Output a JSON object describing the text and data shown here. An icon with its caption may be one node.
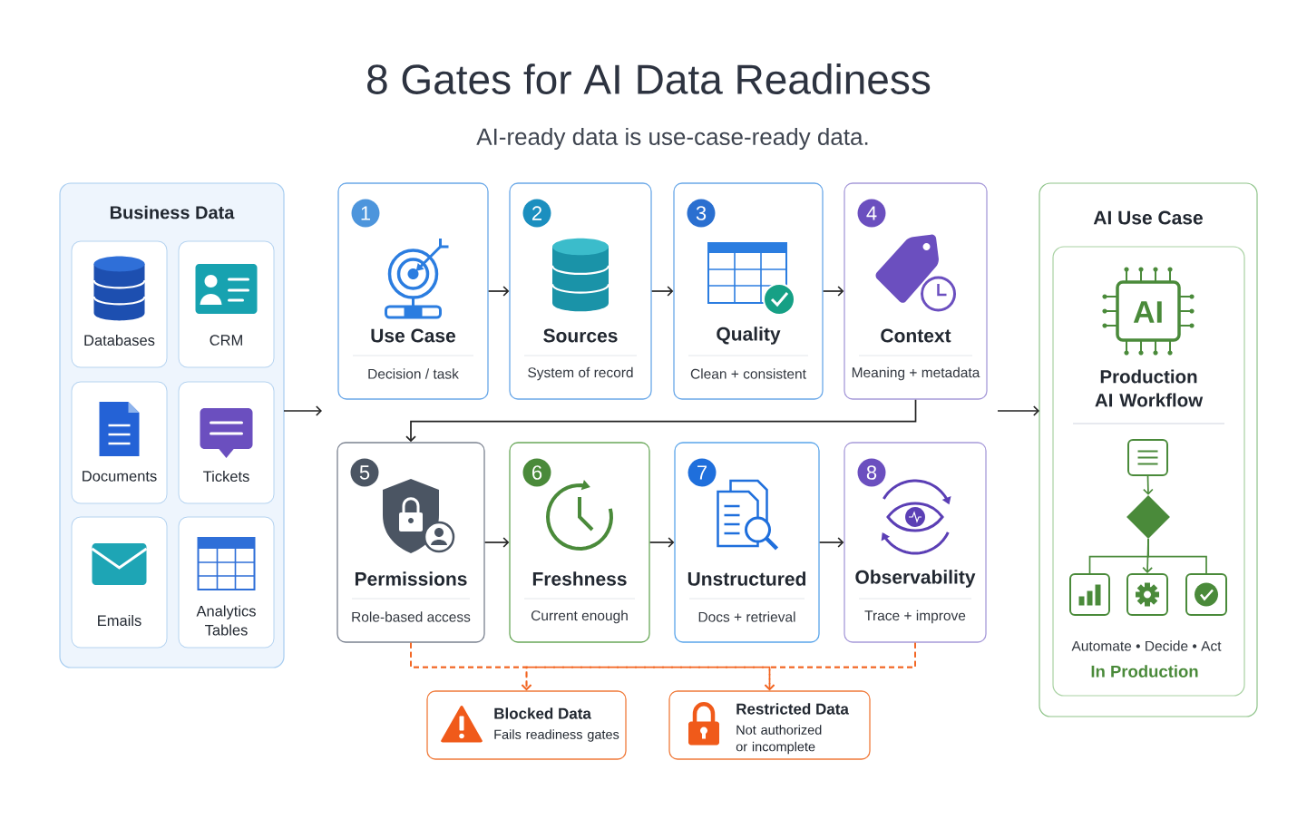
{
  "diagram": {
    "title": "8 Gates for AI Data Readiness",
    "labels": [
      "AI-ready data is use-case-ready data."
    ],
    "nodes": [
      {
        "text": [
          "Business Data"
        ]
      },
      {
        "text": [
          "Databases"
        ],
        "in": 0
      },
      {
        "text": [
          "CRM"
        ],
        "in": 0
      },
      {
        "text": [
          "Documents"
        ],
        "in": 0
      },
      {
        "text": [
          "Tickets"
        ],
        "in": 0
      },
      {
        "text": [
          "Emails"
        ],
        "in": 0
      },
      {
        "text": [
          "Analytics Tables"
        ],
        "in": 0
      },
      {
        "text": [
          "1",
          "Use Case",
          "Decision / task"
        ]
      },
      {
        "text": [
          "2",
          "Sources",
          "System of record"
        ]
      },
      {
        "text": [
          "3",
          "Quality",
          "Clean + consistent"
        ]
      },
      {
        "text": [
          "4",
          "Context",
          "Meaning + metadata"
        ]
      },
      {
        "text": [
          "5",
          "Permissions",
          "Role-based access"
        ]
      },
      {
        "text": [
          "6",
          "Freshness",
          "Current enough"
        ]
      },
      {
        "text": [
          "7",
          "Unstructured",
          "Docs + retrieval"
        ]
      },
      {
        "text": [
          "8",
          "Observability",
          "Trace + improve"
        ]
      },
      {
        "text": [
          "Blocked Data",
          "Fails readiness gates"
        ]
      },
      {
        "text": [
          "Restricted Data",
          "Not authorized or incomplete"
        ]
      },
      {
        "text": [
          "AI Use Case"
        ]
      },
      {
        "text": [
          "AI",
          "Production AI Workflow",
          "Automate • Decide • Act",
          "In Production"
        ],
        "in": 17
      },
      {
        "text": [],
        "shape": "box",
        "in": 18
      },
      {
        "text": [],
        "shape": "diamond",
        "in": 18
      },
      {
        "text": [],
        "shape": "box",
        "in": 18
      },
      {
        "text": [],
        "shape": "box",
        "in": 18
      },
      {
        "text": [],
        "shape": "box",
        "in": 18
      }
    ],
    "edges": [
      {
        "from": 0,
        "to": null,
        "arrow": "to"
      },
      {
        "from": 7,
        "to": 8,
        "arrow": "to"
      },
      {
        "from": 8,
        "to": 9,
        "arrow": "to"
      },
      {
        "from": 9,
        "to": 10,
        "arrow": "to"
      },
      {
        "from": 10,
        "to": 11,
        "arrow": "to"
      },
      {
        "from": 11,
        "to": 12,
        "arrow": "to"
      },
      {
        "from": 12,
        "to": 13,
        "arrow": "to"
      },
      {
        "from": 13,
        "to": 14,
        "arrow": "to"
      },
      {
        "from": 11,
        "to": 15,
        "arrow": "to",
        "style": "dashed",
        "color": "#f26522"
      },
      {
        "from": 11,
        "to": 16,
        "arrow": "to",
        "style": "dashed",
        "color": "#f26522"
      },
      {
        "from": 14,
        "to": 15,
        "arrow": "to",
        "style": "dashed",
        "color": "#f26522"
      },
      {
        "from": 14,
        "to": 16,
        "arrow": "to",
        "style": "dashed",
        "color": "#f26522"
      },
      {
        "from": null,
        "to": 17,
        "arrow": "to"
      },
      {
        "from": 19,
        "to": 20,
        "arrow": "to",
        "color": "#4a8a3a"
      },
      {
        "from": 20,
        "to": 21,
        "arrow": "none",
        "color": "#4a8a3a"
      },
      {
        "from": 20,
        "to": 22,
        "arrow": "to",
        "color": "#4a8a3a"
      },
      {
        "from": 20,
        "to": 23,
        "arrow": "none",
        "color": "#4a8a3a"
      }
    ]
  }
}
